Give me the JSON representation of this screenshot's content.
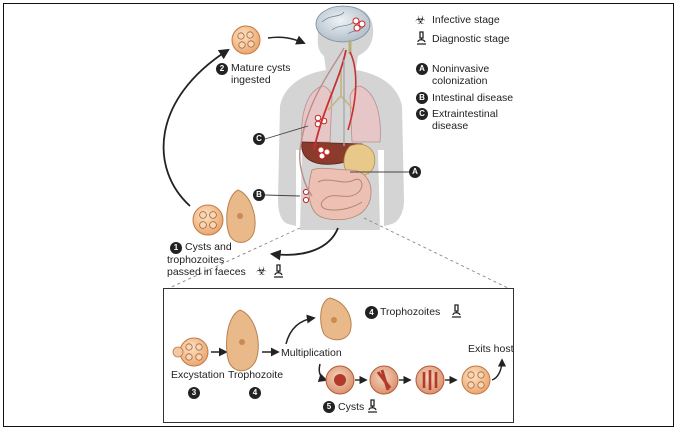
{
  "legend": {
    "infective": "Infective stage",
    "diagnostic": "Diagnostic stage",
    "a_letter": "A",
    "a_label_1": "Noninvasive",
    "a_label_2": "colonization",
    "b_letter": "B",
    "b_label": "Intestinal disease",
    "c_letter": "C",
    "c_label_1": "Extraintestinal",
    "c_label_2": "disease"
  },
  "cycle": {
    "step2_num": "2",
    "step2_line1": "Mature cysts",
    "step2_line2": "ingested",
    "step1_num": "1",
    "step1_line1": "Cysts and",
    "step1_line2": "trophozoites",
    "step1_line3": "passed in faeces"
  },
  "inset": {
    "step4a_num": "4",
    "step4a_label": "Trophozoites",
    "multiplication": "Multiplication",
    "exits": "Exits host",
    "excystation": "Excystation",
    "step3_num": "3",
    "trophozoite": "Trophozoite",
    "step4b_num": "4",
    "step5_num": "5",
    "cysts": "Cysts"
  },
  "icons": {
    "infective_icon": "☣",
    "diagnostic_icon": "microscope"
  }
}
